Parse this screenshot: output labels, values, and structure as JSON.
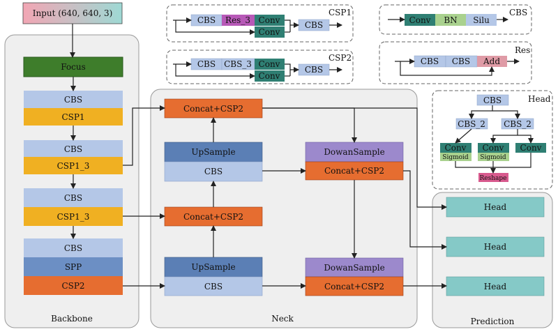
{
  "input": {
    "label": "Input (640, 640, 3)"
  },
  "backbone": {
    "title": "Backbone",
    "focus": "Focus",
    "b1_top": "CBS",
    "b1_bottom": "CSP1",
    "b2_top": "CBS",
    "b2_bottom": "CSP1_3",
    "b3_top": "CBS",
    "b3_bottom": "CSP1_3",
    "b4_top": "CBS",
    "b4_mid": "SPP",
    "b4_bottom": "CSP2"
  },
  "neck": {
    "title": "Neck",
    "concat_top": "Concat+CSP2",
    "upsample1": "UpSample",
    "upsample1_cbs": "CBS",
    "concat_mid": "Concat+CSP2",
    "upsample2": "UpSample",
    "upsample2_cbs": "CBS",
    "down1": "DowanSample",
    "down1_concat": "Concat+CSP2",
    "down2": "DowanSample",
    "down2_concat": "Concat+CSP2"
  },
  "prediction": {
    "title": "Prediction",
    "heads": [
      "Head",
      "Head",
      "Head"
    ]
  },
  "csp1": {
    "title": "CSP1",
    "cbs": "CBS",
    "res": "Res_3",
    "conv1": "Conv",
    "conv2": "Conv",
    "out": "CBS"
  },
  "csp2": {
    "title": "CSP2",
    "cbs": "CBS",
    "cbs3": "CBS_3",
    "conv1": "Conv",
    "conv2": "Conv",
    "out": "CBS"
  },
  "cbs_def": {
    "title": "CBS",
    "conv": "Conv",
    "bn": "BN",
    "silu": "Silu"
  },
  "res_def": {
    "title": "Res",
    "cbs1": "CBS",
    "cbs2": "CBS",
    "add": "Add"
  },
  "head_def": {
    "title": "Head",
    "cbs": "CBS",
    "cbs2_left": "CBS_2",
    "cbs2_right": "CBS_2",
    "conv1": "Conv",
    "sig1": "Sigmoid",
    "conv2": "Conv",
    "sig2": "Sigmoid",
    "conv3": "Conv",
    "reshape": "Reshape"
  },
  "colors": {
    "cbs": "#b4c7e7",
    "csp": "#f0b022",
    "focus": "#3e7d2b",
    "spp": "#6c8fc4",
    "concat": "#e66d30",
    "upsample": "#5b7fb5",
    "down": "#9c89cc",
    "head": "#85c9c7",
    "conv": "#2f7f73",
    "bn": "#a9d18e",
    "res": "#b759b7",
    "add": "#df9ba6",
    "sigmoid": "#a9d18e",
    "reshape": "#d85a8e",
    "panel": "#efefef"
  }
}
